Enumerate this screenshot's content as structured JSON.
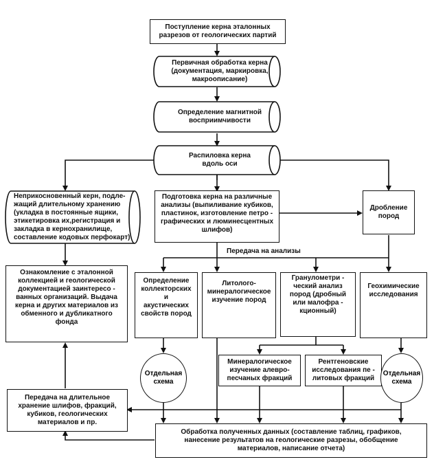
{
  "nodes": {
    "receipt": "Поступление керна эталонных\nразрезов от геологических партий",
    "primary_processing": "Первичная обработка керна\n(документация, маркировка,\nмакроописание)",
    "magnetic": "Определение магнитной\nвосприимчивости",
    "sawing": "Распиловка керна\nвдоль оси",
    "untouched_core": "Неприкосновенный керн, подле-\nжащий длительному хранению\n(укладка в постоянные ящики,\nэтикетировка их,регистрация и\nзакладка в кернохранилище,\nсоставление кодовых перфокарт)",
    "preparation": "Подготовка керна на различные\nанализы (выпиливание кубиков,\nпластинок, изготовление петро -\nграфических и люминесцентных\nшлифов)",
    "crushing": "Дробление\nпород",
    "transfer_label": "Передача на анализы",
    "familiarization": "Ознакомление с эталонной\nколлекцией и геологической\nдокументацией заинтересо -\nванных организаций. Выдача\nкерна и других материалов из\nобменного и дубликатного\nфонда",
    "reservoir": "Определение\nколлекторских и\nакустических\nсвойств пород",
    "lithology": "Литолого-\nминералогическое\nизучение пород",
    "granulometry": "Гранулометри -\nческий анализ\nпород (дробный\nили малофра -\nкционный)",
    "geochem": "Геохимические\nисследования",
    "mineralogical": "Минералогическое\nизучение алевро-\nпесчаных фракций",
    "xray": "Рентгеновские\nисследования пе -\nлитовых фракций",
    "separate_scheme_1": "Отдельная\nсхема",
    "separate_scheme_2": "Отдельная\nсхема",
    "long_storage": "Передача на длительное\nхранение шлифов, фракций,\nкубиков, геологических\nматериалов и пр.",
    "processing_results": "Обработка полученных данных (составление таблиц, графиков,\nнанесение результатов на геологические разрезы, обобщение\nматериалов, написание отчета)"
  }
}
